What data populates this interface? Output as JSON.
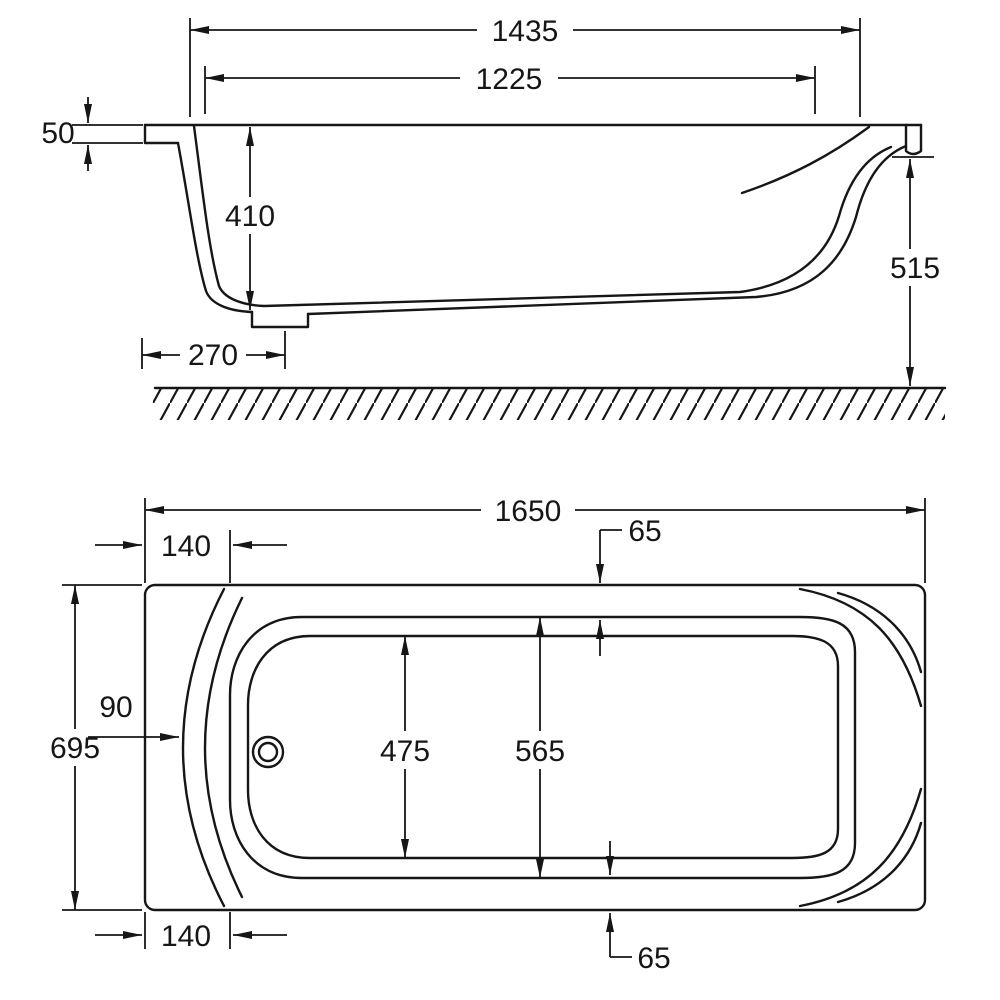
{
  "drawing": {
    "colors": {
      "line": "#161616",
      "background": "#ffffff"
    },
    "views": {
      "side": {
        "dimensions": {
          "overall_length": "1435",
          "inner_length": "1225",
          "rim_thickness": "50",
          "inner_depth": "410",
          "overall_height": "515",
          "base_offset": "270"
        }
      },
      "plan": {
        "dimensions": {
          "overall_length": "1650",
          "end_inset_top": "140",
          "side_gap_top": "65",
          "rim_width": "90",
          "overall_width": "695",
          "basin_floor_width": "475",
          "inner_width": "565",
          "end_inset_bottom": "140",
          "side_gap_bottom": "65"
        }
      }
    }
  }
}
